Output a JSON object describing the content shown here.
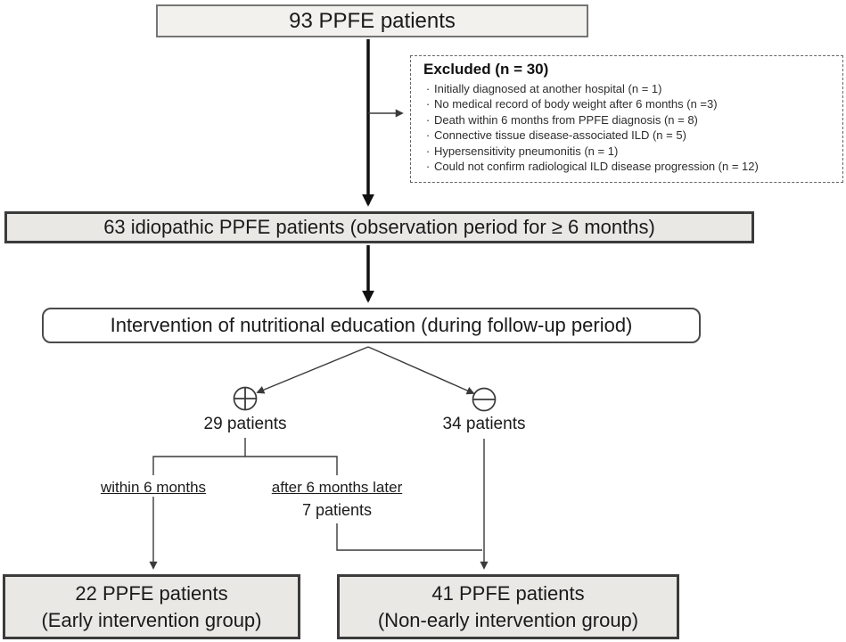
{
  "flowchart": {
    "top_box": {
      "label": "93 PPFE patients"
    },
    "excluded_box": {
      "title": "Excluded (n = 30)",
      "bullet_char": "·",
      "items": [
        "Initially diagnosed at another hospital (n = 1)",
        "No medical record of body weight after 6 months (n =3)",
        "Death within 6 months from PPFE diagnosis (n = 8)",
        "Connective tissue disease-associated ILD (n = 5)",
        "Hypersensitivity pneumonitis (n = 1)",
        "Could not confirm radiological ILD disease progression (n = 12)"
      ]
    },
    "cohort_box": {
      "label": "63 idiopathic PPFE patients (observation period for ≥ 6 months)"
    },
    "intervention_box": {
      "label": "Intervention of nutritional education (during follow-up period)"
    },
    "positive_branch": {
      "symbol": "plus-in-circle",
      "count_label": "29 patients"
    },
    "negative_branch": {
      "symbol": "minus-in-circle",
      "count_label": "34 patients"
    },
    "timing_left_label": "within 6 months",
    "timing_right_label": "after 6 months later",
    "seven_patients_label": "7 patients",
    "early_box": {
      "line1": "22 PPFE patients",
      "line2": "(Early intervention group)"
    },
    "non_early_box": {
      "line1": "41 PPFE patients",
      "line2": "(Non-early intervention group)"
    }
  },
  "colors": {
    "background": "#ffffff",
    "box_fill_light": "#f2f1ee",
    "box_fill_gray": "#eae8e5",
    "box_border_dark": "#3b3b3b",
    "box_border_gray": "#757575",
    "dashed_border": "#666666",
    "thick_arrow": "#111111",
    "thin_line": "#3a3a3a",
    "text": "#1a1a1a"
  }
}
